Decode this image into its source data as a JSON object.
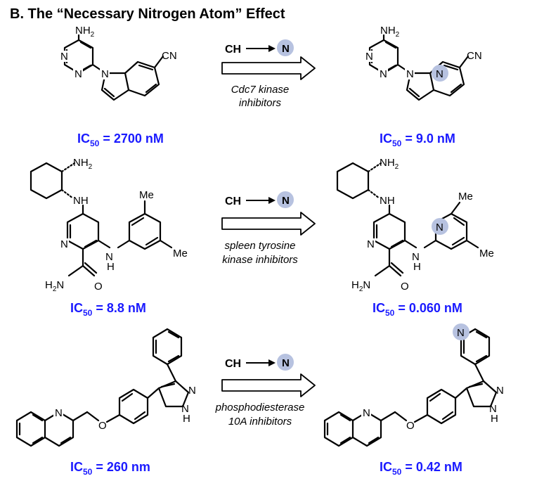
{
  "title": "B. The “Necessary Nitrogen Atom” Effect",
  "colors": {
    "ic50": "#1a1aff",
    "highlight": "#b7c2e0"
  },
  "transform": {
    "from": "CH",
    "to": "N"
  },
  "rows": [
    {
      "caption_line1": "Cdc7 kinase",
      "caption_line2": "inhibitors",
      "left": {
        "ic50_prefix": "IC",
        "ic50_sub": "50",
        "ic50_value": " = 2700 nM"
      },
      "right": {
        "ic50_prefix": "IC",
        "ic50_sub": "50",
        "ic50_value": " = 9.0 nM"
      }
    },
    {
      "caption_line1": "spleen tyrosine",
      "caption_line2": "kinase inhibitors",
      "left": {
        "ic50_prefix": "IC",
        "ic50_sub": "50",
        "ic50_value": " = 8.8 nM"
      },
      "right": {
        "ic50_prefix": "IC",
        "ic50_sub": "50",
        "ic50_value": " = 0.060 nM"
      }
    },
    {
      "caption_line1": "phosphodiesterase",
      "caption_line2": "10A inhibitors",
      "left": {
        "ic50_prefix": "IC",
        "ic50_sub": "50",
        "ic50_value": " = 260 nm"
      },
      "right": {
        "ic50_prefix": "IC",
        "ic50_sub": "50",
        "ic50_value": " = 0.42 nM"
      }
    }
  ],
  "labels": {
    "nh2": "NH",
    "two": "2",
    "cn": "CN",
    "n": "N",
    "nh": "NH",
    "h": "H",
    "me": "Me",
    "o": "O",
    "h2n_h": "H",
    "h2n_2": "2",
    "h2n_n": "N"
  }
}
